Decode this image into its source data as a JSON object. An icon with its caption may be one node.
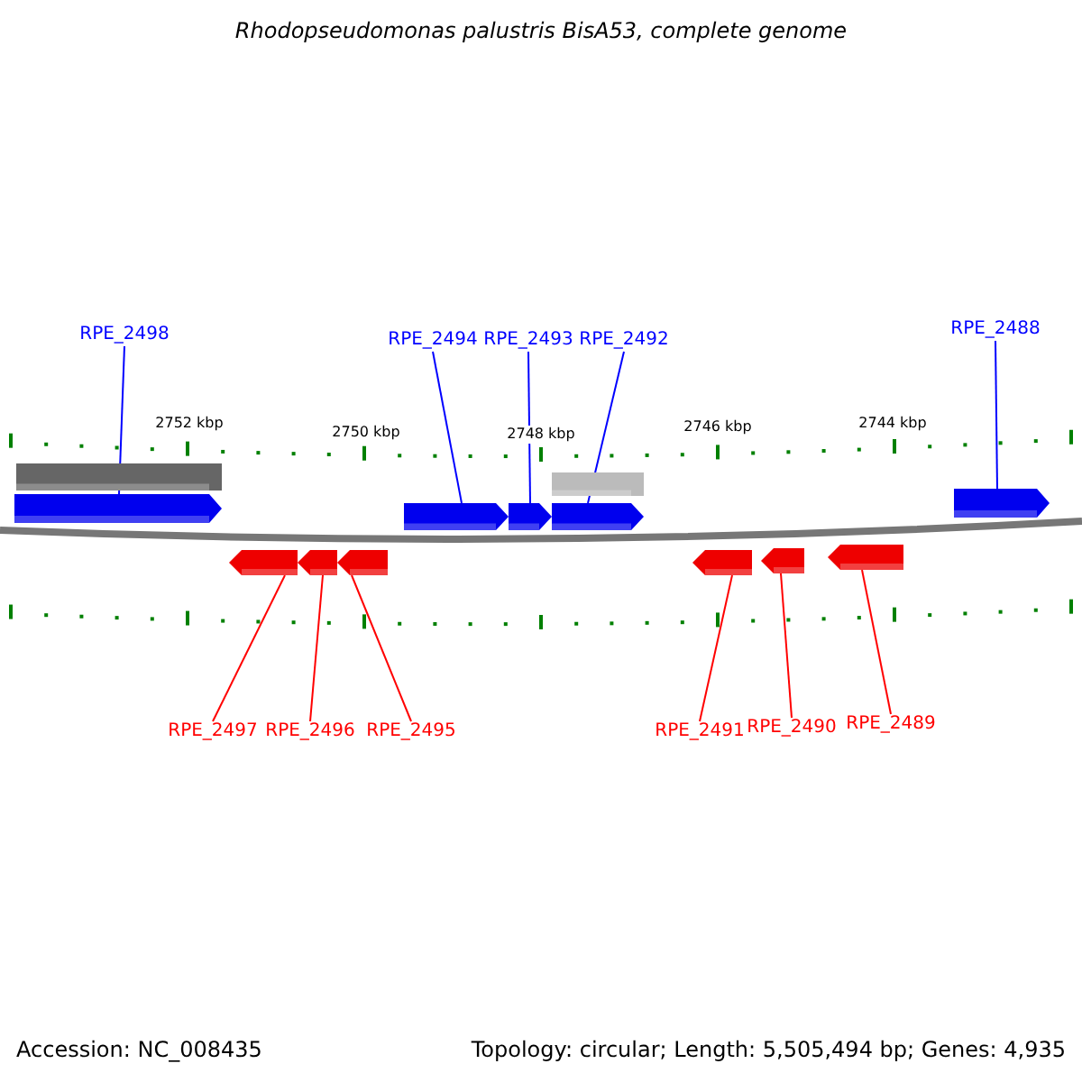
{
  "diagram": {
    "title": "Rhodopseudomonas palustris BisA53, complete genome",
    "nodes": [
      {
        "text": [
          "RPE_2498"
        ]
      },
      {
        "text": [
          "RPE_2494"
        ]
      },
      {
        "text": [
          "RPE_2493"
        ]
      },
      {
        "text": [
          "RPE_2492"
        ]
      },
      {
        "text": [
          "RPE_2488"
        ]
      },
      {
        "text": [],
        "shape": "pentagon"
      },
      {
        "text": [],
        "shape": "pentagon"
      },
      {
        "text": [],
        "shape": "pentagon"
      },
      {
        "text": [],
        "shape": "pentagon"
      },
      {
        "text": [],
        "shape": "pentagon"
      },
      {
        "text": [],
        "shape": "pentagon"
      },
      {
        "text": [],
        "shape": "pentagon"
      },
      {
        "text": [],
        "shape": "pentagon"
      },
      {
        "text": [],
        "shape": "pentagon"
      },
      {
        "text": [],
        "shape": "pentagon"
      },
      {
        "text": [],
        "shape": "pentagon"
      },
      {
        "text": [
          "RPE_2497"
        ]
      },
      {
        "text": [
          "RPE_2496"
        ]
      },
      {
        "text": [
          "RPE_2495"
        ]
      },
      {
        "text": [
          "RPE_2491"
        ]
      },
      {
        "text": [
          "RPE_2490"
        ]
      },
      {
        "text": [
          "RPE_2489"
        ]
      },
      {
        "text": [],
        "shape": "bar"
      },
      {
        "text": [],
        "shape": "bar"
      }
    ],
    "edges": [
      {
        "from": 0,
        "to": 5,
        "arrow": "none",
        "color": "#0000ff"
      },
      {
        "from": 1,
        "to": 6,
        "arrow": "none",
        "color": "#0000ff"
      },
      {
        "from": 2,
        "to": 7,
        "arrow": "none",
        "color": "#0000ff"
      },
      {
        "from": 3,
        "to": 8,
        "arrow": "none",
        "color": "#0000ff"
      },
      {
        "from": 4,
        "to": 9,
        "arrow": "none",
        "color": "#0000ff"
      },
      {
        "from": 16,
        "to": 10,
        "arrow": "none",
        "color": "#ff0000"
      },
      {
        "from": 17,
        "to": 11,
        "arrow": "none",
        "color": "#ff0000"
      },
      {
        "from": 18,
        "to": 12,
        "arrow": "none",
        "color": "#ff0000"
      },
      {
        "from": 19,
        "to": 13,
        "arrow": "none",
        "color": "#ff0000"
      },
      {
        "from": 20,
        "to": 14,
        "arrow": "none",
        "color": "#ff0000"
      },
      {
        "from": 21,
        "to": 15,
        "arrow": "none",
        "color": "#ff0000"
      }
    ],
    "labels": [
      "2752 kbp",
      "2750 kbp",
      "2748 kbp",
      "2746 kbp",
      "2744 kbp",
      "Accession: NC_008435",
      "Topology: circular; Length: 5,505,494 bp; Genes: 4,935"
    ]
  }
}
